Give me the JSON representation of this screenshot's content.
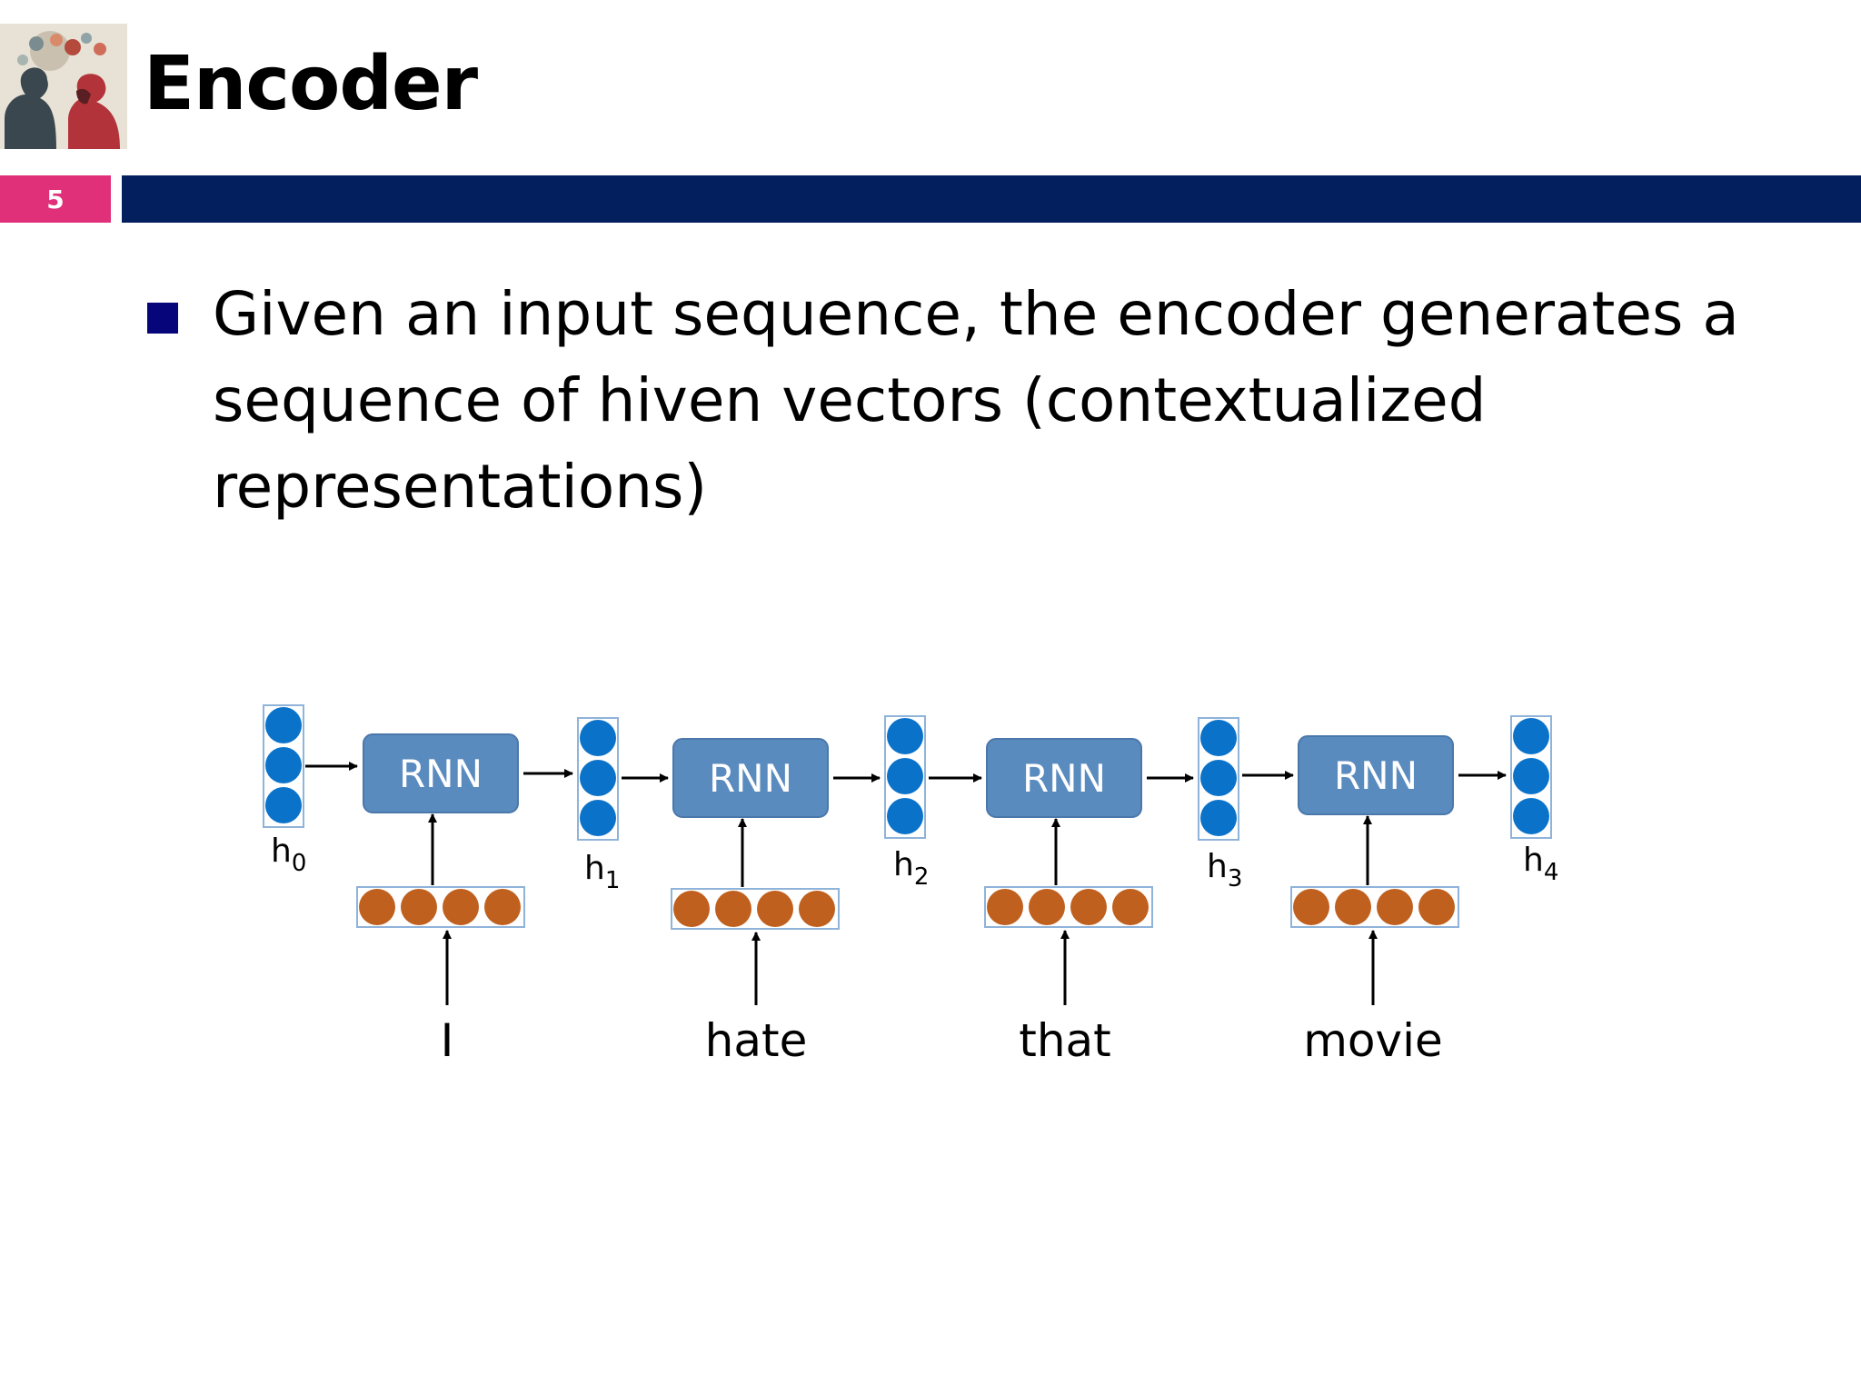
{
  "slide": {
    "title": "Encoder",
    "number": "5",
    "bullet": "Given an input sequence, the encoder generates a sequence of hiven vectors (contextualized representations)"
  },
  "diagram": {
    "hidden_states": [
      {
        "base": "h",
        "sub": "0"
      },
      {
        "base": "h",
        "sub": "1"
      },
      {
        "base": "h",
        "sub": "2"
      },
      {
        "base": "h",
        "sub": "3"
      },
      {
        "base": "h",
        "sub": "4"
      }
    ],
    "rnn_cells": [
      "RNN",
      "RNN",
      "RNN",
      "RNN"
    ],
    "words": [
      "I",
      "hate",
      "that",
      "movie"
    ]
  },
  "colors": {
    "accent_pink": "#e0307a",
    "title_bar_navy": "#041f5e",
    "bullet_navy": "#06067a",
    "rnn_box": "#5a8bbf",
    "hidden_dot": "#0a72c9",
    "embedding_dot": "#c0601f",
    "vector_outline": "#8fb3d9"
  },
  "icons": {
    "logo": "heads-thinking-logo-icon",
    "bullet": "square-bullet-icon"
  }
}
